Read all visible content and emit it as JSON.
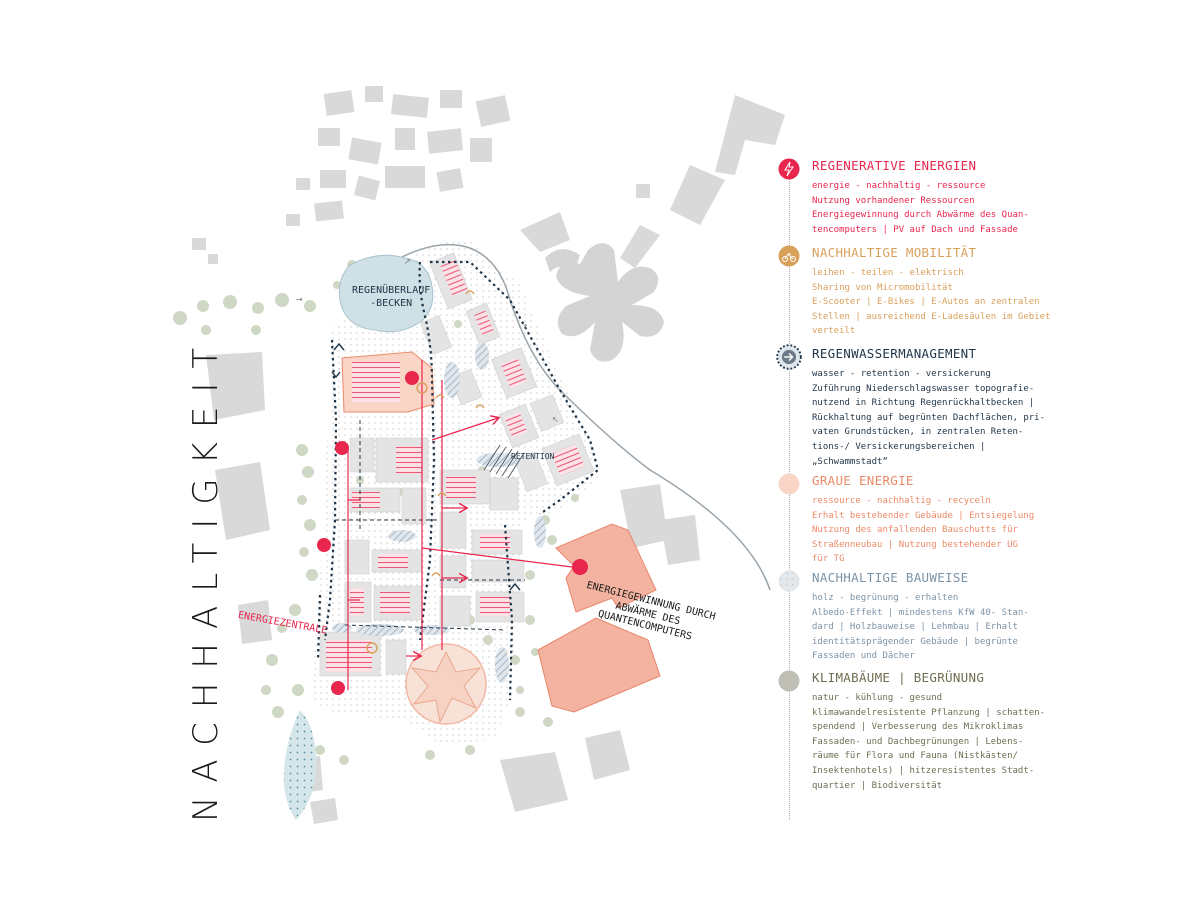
{
  "page": {
    "title": "NACHHALTIGKEIT"
  },
  "map_labels": {
    "pond": [
      "REGENÜBERLAUF",
      "-BECKEN"
    ],
    "retention": "RETENTION",
    "energy_center": "ENERGIEZENTRALE",
    "quantum": [
      "ENERGIEGEWINNUNG DURCH",
      "ABWÄRME DES",
      "QUANTENCOMPUTERS"
    ]
  },
  "colors": {
    "red": "#e8264e",
    "orange": "#d9a05a",
    "navy": "#1f3447",
    "salmon": "#ec8a68",
    "salmon_fill": "#f4b3a0",
    "blue": "#7d93a6",
    "olive": "#6f6e52",
    "building_grey": "#d9d9d9",
    "tree_green": "#cfd8c4",
    "water": "#cfe0e6"
  },
  "legend": [
    {
      "key": "regenerative",
      "icon": "lightning-recycle-icon",
      "title": "REGENERATIVE ENERGIEN",
      "lines": [
        "energie - nachhaltig - ressource",
        "Nutzung vorhandener Ressourcen",
        "Energiegewinnung durch Abwärme des Quan-",
        "tencomputers | PV auf Dach und Fassade"
      ]
    },
    {
      "key": "mobility",
      "icon": "bike-scooter-icon",
      "title": "NACHHALTIGE MOBILITÄT",
      "lines": [
        "leihen - teilen - elektrisch",
        "Sharing von Micromobilität",
        "E-Scooter | E-Bikes | E-Autos an zentralen",
        "Stellen | ausreichend E-Ladesäulen im Gebiet",
        "verteilt"
      ]
    },
    {
      "key": "rainwater",
      "icon": "rainwater-arrow-icon",
      "title": "REGENWASSERMANAGEMENT",
      "lines": [
        "wasser - retention - versickerung",
        "Zuführung Niederschlagswasser topografie-",
        "nutzend in Richtung Regenrückhaltbecken |",
        "Rückhaltung auf begrünten Dachflächen, pri-",
        "vaten Grundstücken, in zentralen Reten-",
        "tions-/ Versickerungsbereichen |",
        "„Schwammstadt“"
      ]
    },
    {
      "key": "grey",
      "icon": "grey-energy-circle-icon",
      "title": "GRAUE ENERGIE",
      "lines": [
        "ressource - nachhaltig - recyceln",
        "Erhalt bestehender Gebäude | Entsiegelung",
        "Nutzung des anfallenden Bauschutts für",
        "Straßenneubau | Nutzung bestehender UG",
        "für TG"
      ]
    },
    {
      "key": "building",
      "icon": "sustainable-building-circle-icon",
      "title": "NACHHALTIGE BAUWEISE",
      "lines": [
        "holz - begrünung - erhalten",
        "Albedo-Effekt | mindestens KfW 40- Stan-",
        "dard | Holzbauweise | Lehmbau | Erhalt",
        "identitätsprägender Gebäude |  begrünte",
        "Fassaden und Dächer"
      ]
    },
    {
      "key": "trees",
      "icon": "tree-circle-icon",
      "title": "KLIMABÄUME | BEGRÜNUNG",
      "lines": [
        "natur - kühlung - gesund",
        "klimawandelresistente Pflanzung | schatten-",
        "spendend | Verbesserung des Mikroklimas",
        "Fassaden- und Dachbegrünungen | Lebens-",
        "räume für Flora und Fauna  (Nistkästen/",
        "Insektenhotels) | hitzeresistentes Stadt-",
        "quartier | Biodiversität"
      ]
    }
  ]
}
